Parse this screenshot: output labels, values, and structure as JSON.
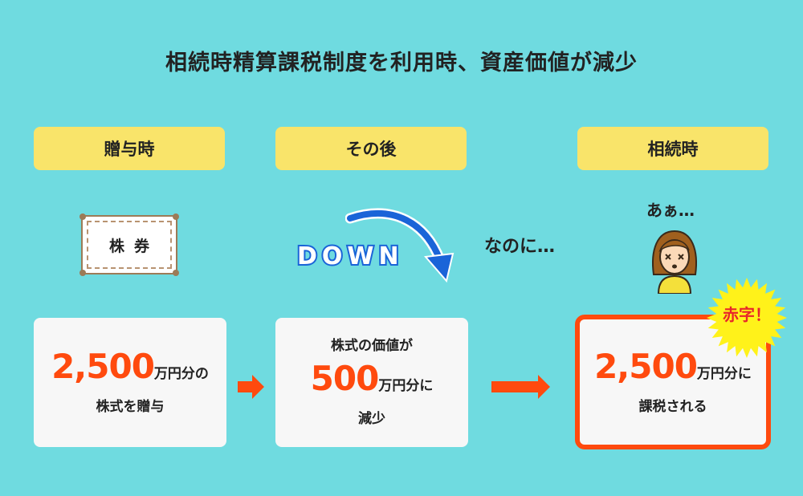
{
  "title": "相続時精算課税制度を利用時、資産価値が減少",
  "stages": {
    "gift": "贈与時",
    "after": "その後",
    "inherit": "相続時"
  },
  "certificate": {
    "text": "株券"
  },
  "down_label": "DOWN",
  "nanoni": "なのに…",
  "aa": "あぁ…",
  "burst": "赤字！",
  "box1": {
    "amount": "2,500",
    "unit": "万円分の",
    "line2": "株式を贈与"
  },
  "box2": {
    "line1": "株式の価値が",
    "amount": "500",
    "unit": "万円分に",
    "line3": "減少"
  },
  "box3": {
    "amount": "2,500",
    "unit": "万円分に",
    "line2": "課税される"
  },
  "colors": {
    "background": "#6fdbe0",
    "label": "#f9e46a",
    "accent": "#ff4a0e",
    "down": "#1a64d8",
    "burst": "#fff21a"
  }
}
